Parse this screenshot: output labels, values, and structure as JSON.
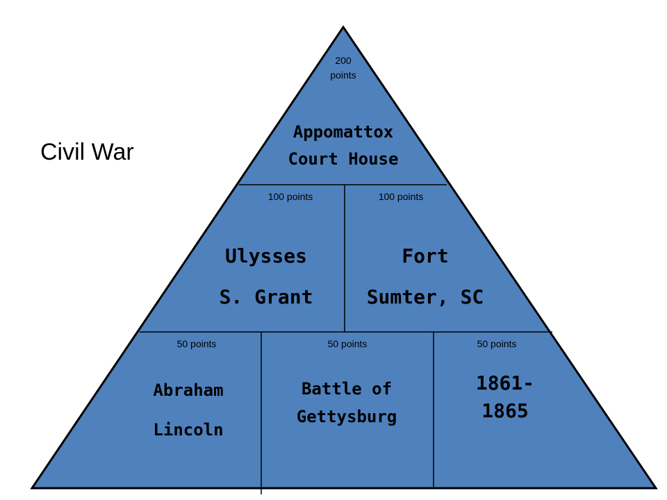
{
  "slide": {
    "title": "Civil War",
    "colors": {
      "fill": "#4f81bd",
      "stroke": "#000000",
      "background": "#ffffff"
    }
  },
  "pyramid": {
    "top": {
      "points_line1": "200",
      "points_line2": "points",
      "term_line1": "Appomattox",
      "term_line2": "Court House"
    },
    "middle": [
      {
        "points": "100 points",
        "term_line1": "Ulysses",
        "term_line2": "S. Grant"
      },
      {
        "points": "100 points",
        "term_line1": "Fort",
        "term_line2": "Sumter, SC"
      }
    ],
    "bottom": [
      {
        "points": "50 points",
        "term_line1": "Abraham",
        "term_line2": "Lincoln"
      },
      {
        "points": "50 points",
        "term_line1": "Battle of",
        "term_line2": "Gettysburg"
      },
      {
        "points": "50 points",
        "term_line1": "1861-",
        "term_line2": "1865"
      }
    ]
  }
}
